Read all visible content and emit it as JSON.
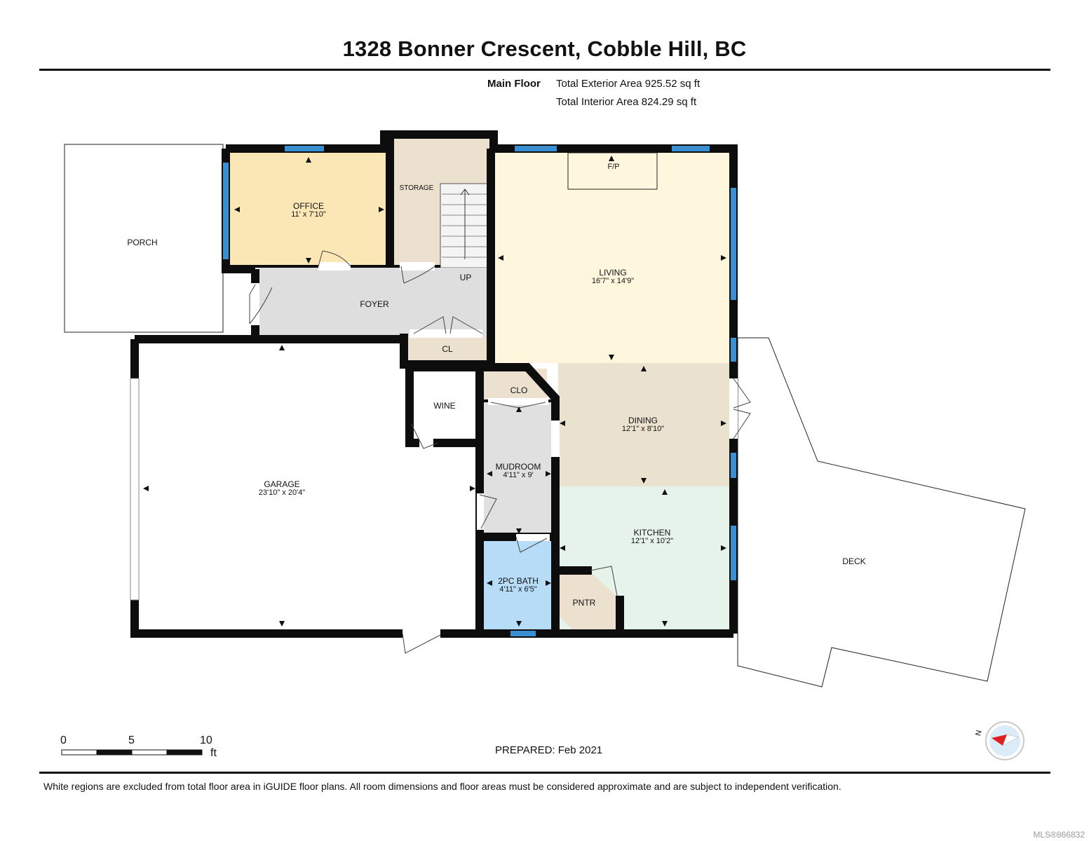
{
  "header": {
    "title": "1328 Bonner Crescent, Cobble Hill, BC",
    "floor_label": "Main Floor",
    "exterior_area": "Total Exterior Area 925.52 sq ft",
    "interior_area": "Total Interior Area 824.29 sq ft"
  },
  "rooms": {
    "porch": {
      "name": "PORCH"
    },
    "office": {
      "name": "OFFICE",
      "dims": "11' x 7'10\""
    },
    "storage": {
      "name": "STORAGE"
    },
    "up": {
      "name": "UP"
    },
    "foyer": {
      "name": "FOYER"
    },
    "cl": {
      "name": "CL"
    },
    "fp": {
      "name": "F/P"
    },
    "living": {
      "name": "LIVING",
      "dims": "16'7\" x 14'9\""
    },
    "wine": {
      "name": "WINE"
    },
    "clo": {
      "name": "CLO"
    },
    "dining": {
      "name": "DINING",
      "dims": "12'1\" x 8'10\""
    },
    "mudroom": {
      "name": "MUDROOM",
      "dims": "4'11\" x 9'"
    },
    "garage": {
      "name": "GARAGE",
      "dims": "23'10\" x 20'4\""
    },
    "kitchen": {
      "name": "KITCHEN",
      "dims": "12'1\" x 10'2\""
    },
    "bath": {
      "name": "2PC BATH",
      "dims": "4'11\" x 6'5\""
    },
    "pntr": {
      "name": "PNTR"
    },
    "deck": {
      "name": "DECK"
    }
  },
  "scale": {
    "tick_0": "0",
    "tick_5": "5",
    "tick_10": "10",
    "unit": "ft"
  },
  "compass": {
    "north_label": "N"
  },
  "footer": {
    "prepared": "PREPARED: Feb 2021",
    "disclaimer": "White regions are excluded from total floor area in iGUIDE floor plans. All room dimensions and floor areas must be considered approximate and are subject to independent verification.",
    "mls": "MLS®866832"
  },
  "colors": {
    "wall": "#0d0d0d",
    "window": "#3a8fd1",
    "office": "#fbe7b5",
    "storage": "#ece0cf",
    "foyer": "#dedede",
    "living": "#fef7de",
    "dining": "#ebe1cf",
    "kitchen": "#e6f3ea",
    "mudroom": "#e0e0e0",
    "bath": "#b6dcf7",
    "pntr": "#ece0cf"
  }
}
